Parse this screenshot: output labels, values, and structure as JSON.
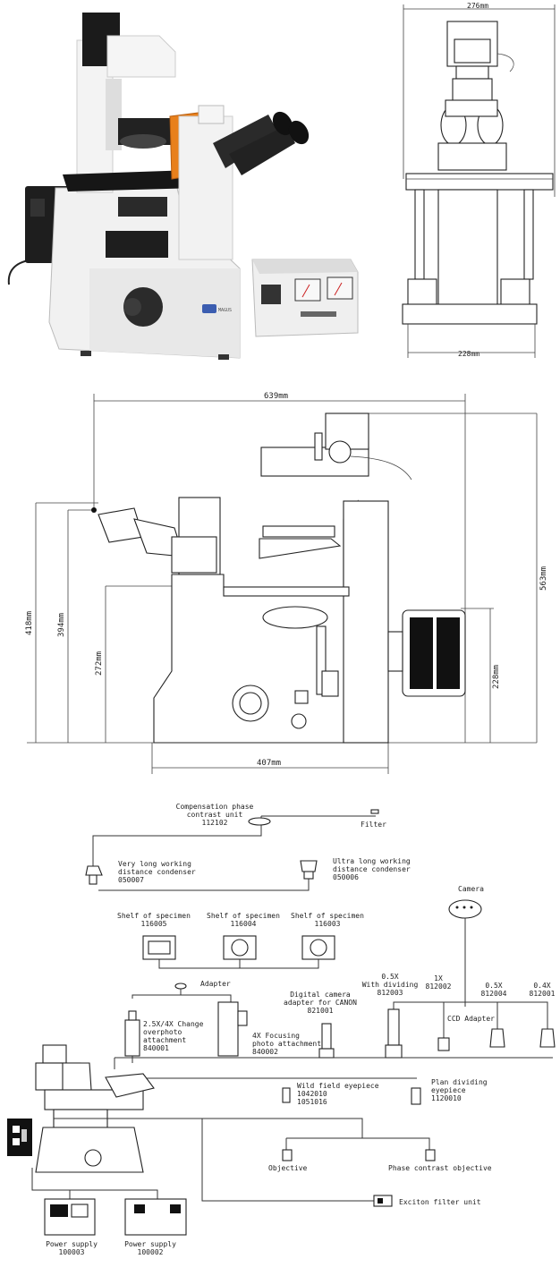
{
  "colors": {
    "accent_orange": "#e8801c",
    "body_white": "#f2f2f2",
    "dark": "#1c1c1c"
  },
  "photo": {
    "logo_text": "MAGUS"
  },
  "front_view": {
    "width_top": "276mm",
    "width_bottom": "228mm"
  },
  "side_view": {
    "width_top": "639mm",
    "width_bottom": "407mm",
    "h_left_outer": "418mm",
    "h_left_inner": "394mm",
    "h_left_low": "272mm",
    "h_right_outer": "563mm",
    "h_right_inner": "228mm"
  },
  "system": {
    "comp_phase": "Compensation phase\ncontrast unit\n112102",
    "filter": "Filter",
    "vlwd": "Very long working\ndistance condenser\n050007",
    "ulwd": "Ultra long working\ndistance condenser\n050006",
    "camera": "Camera",
    "shelf1": "Shelf of specimen\n116005",
    "shelf2": "Shelf of specimen\n116004",
    "shelf3": "Shelf of specimen\n116003",
    "adapter": "Adapter",
    "ad05_div": "0.5X\nWith dividing\n812003",
    "ad1x": "1X\n812002",
    "ad05": "0.5X\n812004",
    "ad04": "0.4X\n812001",
    "dig_cam": "Digital camera\nadapter for CANON\n821001",
    "ccd": "CCD Adapter",
    "change": "2.5X/4X Change\noverphoto\nattachment\n840001",
    "focusing": "4X Focusing\nphoto attachment\n840002",
    "wide_eye": "Wild field eyepiece\n1042010\n1051016",
    "plan_eye": "Plan dividing\neyepiece\n1120010",
    "objective": "Objective",
    "phase_obj": "Phase contrast objective",
    "exciton": "Exciton filter unit",
    "ps1": "Power supply\n100003",
    "ps2": "Power supply\n100002"
  }
}
